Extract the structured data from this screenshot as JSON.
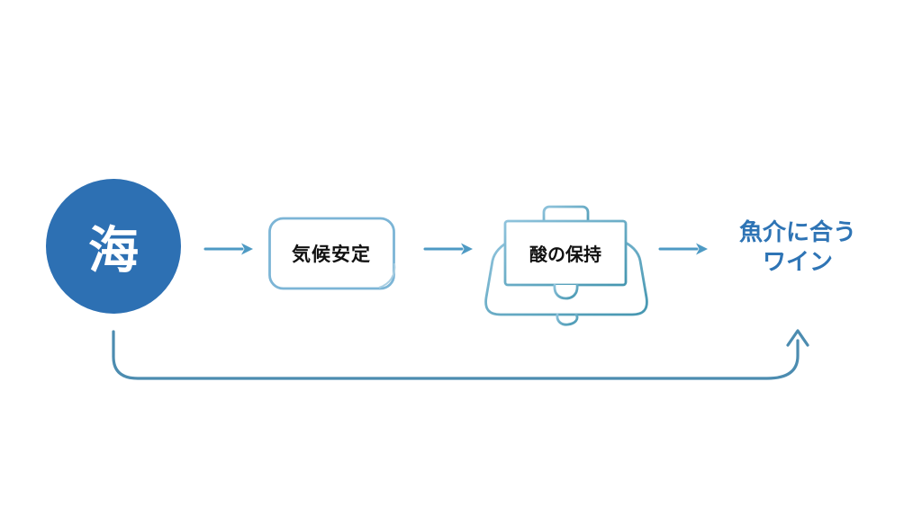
{
  "diagram": {
    "title": "sea-to-wine-flow",
    "nodes": {
      "sea": {
        "label": "海"
      },
      "climate": {
        "label": "気候安定"
      },
      "acid": {
        "label": "酸の保持"
      },
      "outcome": {
        "line1": "魚介に合う",
        "line2": "ワイン"
      }
    },
    "colors": {
      "background": "#FFFFFF",
      "sea_fill": "#2D70B3",
      "sea_text": "#FFFFFF",
      "box_stroke": "#7CB5D6",
      "box_echo": "#A9CEE2",
      "board_stroke_light": "#8FC3DC",
      "board_stroke_dark": "#4596B0",
      "arrow": "#4E9AC4",
      "loop": "#4C8CB0",
      "label_text": "#111111",
      "outcome_text": "#2E74B5"
    }
  }
}
